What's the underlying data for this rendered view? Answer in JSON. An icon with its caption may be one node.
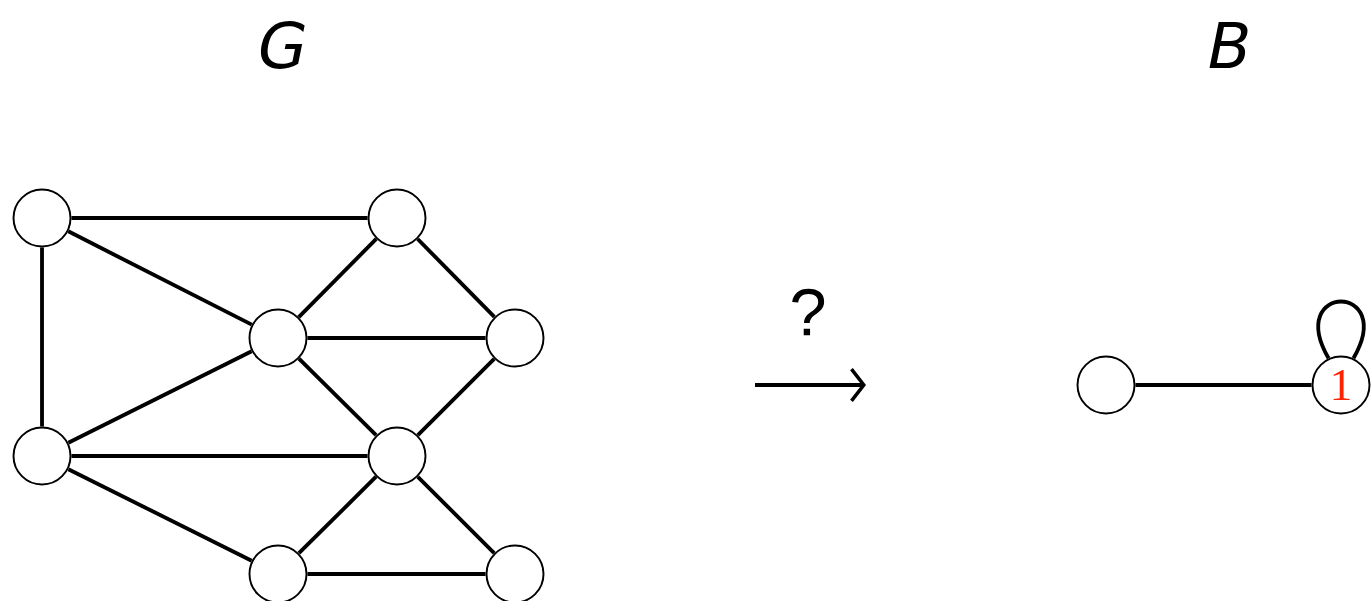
{
  "diagram": {
    "nodes": [
      {
        "text": [],
        "shape": "circle"
      },
      {
        "text": [],
        "shape": "circle"
      },
      {
        "text": [],
        "shape": "circle"
      },
      {
        "text": [],
        "shape": "circle"
      },
      {
        "text": [],
        "shape": "circle"
      },
      {
        "text": [],
        "shape": "circle"
      },
      {
        "text": [],
        "shape": "circle"
      },
      {
        "text": [],
        "shape": "circle"
      },
      {
        "text": [],
        "shape": "circle"
      },
      {
        "text": [
          "1"
        ]
      }
    ],
    "edges": [
      {
        "from": 0,
        "to": 1,
        "arrow": "none"
      },
      {
        "from": 0,
        "to": 2,
        "arrow": "none"
      },
      {
        "from": 0,
        "to": 4,
        "arrow": "none"
      },
      {
        "from": 1,
        "to": 2,
        "arrow": "none"
      },
      {
        "from": 1,
        "to": 3,
        "arrow": "none"
      },
      {
        "from": 2,
        "to": 3,
        "arrow": "none"
      },
      {
        "from": 2,
        "to": 4,
        "arrow": "none"
      },
      {
        "from": 2,
        "to": 5,
        "arrow": "none"
      },
      {
        "from": 3,
        "to": 5,
        "arrow": "none"
      },
      {
        "from": 4,
        "to": 5,
        "arrow": "none"
      },
      {
        "from": 4,
        "to": 6,
        "arrow": "none"
      },
      {
        "from": 5,
        "to": 6,
        "arrow": "none"
      },
      {
        "from": 5,
        "to": 7,
        "arrow": "none"
      },
      {
        "from": 6,
        "to": 7,
        "arrow": "none"
      },
      {
        "from": 8,
        "to": 9,
        "arrow": "none"
      },
      {
        "from": 9,
        "to": 9,
        "arrow": "none"
      }
    ],
    "labels": [
      "G",
      "B",
      "?"
    ]
  }
}
